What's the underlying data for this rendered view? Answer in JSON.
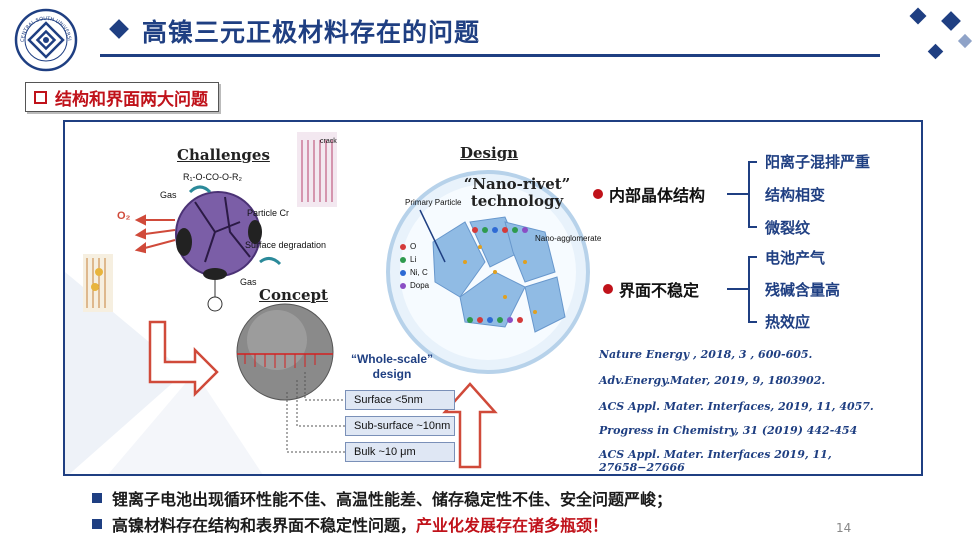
{
  "header": {
    "title": "高镍三元正极材料存在的问题",
    "logo_text": "CENTRAL SOUTH UNIVERSITY"
  },
  "subtitle": "结构和界面两大问题",
  "figure": {
    "challenges_title": "Challenges",
    "concept_title": "Concept",
    "design_title": "Design",
    "nano_rivet_1": "“Nano-rivet”",
    "nano_rivet_2": "technology",
    "whole_scale_1": "“Whole-scale”",
    "whole_scale_2": "design",
    "layers": [
      "Surface  <5nm",
      "Sub-surface  ~10nm",
      "Bulk ~10 μm"
    ],
    "labels": {
      "formula": "R₁-O-CO-O-R₂",
      "gas1": "Gas",
      "gas2": "Gas",
      "o2": "O₂",
      "particle_cr": "Particle Cr",
      "surface_degradation": "Surface degradation",
      "primary_particle": "Primary Particle",
      "nano_agglomerate": "Nano-agglomerate",
      "crack": "crack",
      "legend_o": "O",
      "legend_li": "Li",
      "legend_ni": "Ni, C",
      "legend_dop": "Dopa"
    }
  },
  "categories": [
    {
      "label": "内部晶体结构",
      "items": [
        "阳离子混排严重",
        "结构相变",
        "微裂纹"
      ]
    },
    {
      "label": "界面不稳定",
      "items": [
        "电池产气",
        "残碱含量高",
        "热效应"
      ]
    }
  ],
  "references": [
    "Nature Energy , 2018, 3 , 600-605.",
    "Adv.Energy.Mater, 2019, 9, 1803902.",
    "ACS Appl. Mater. Interfaces, 2019, 11, 4057.",
    "Progress in Chemistry, 31 (2019) 442-454",
    "ACS Appl. Mater. Interfaces 2019, 11, 27658−27666"
  ],
  "bullets": {
    "line1": "锂离子电池出现循环性能不佳、高温性能差、储存稳定性不佳、安全问题严峻；",
    "line2_prefix": "高镍材料存在结构和表界面不稳定性问题，",
    "line2_highlight": "产业化发展存在诸多瓶颈",
    "line2_suffix": "！"
  },
  "page_number": "14",
  "colors": {
    "primary": "#1f3f82",
    "accent": "#c0121a"
  }
}
